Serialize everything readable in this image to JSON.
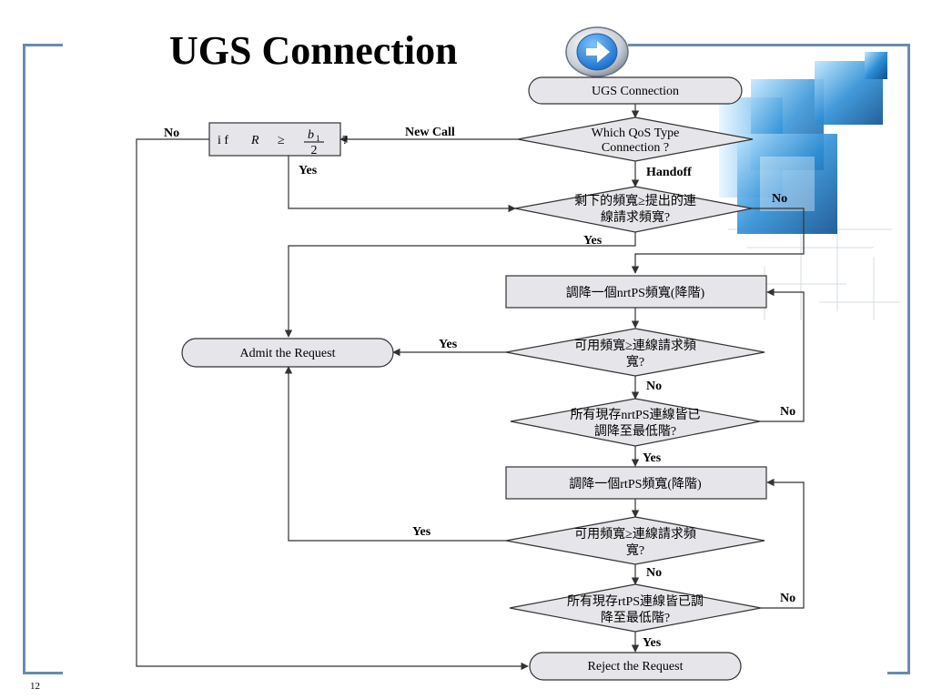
{
  "slide": {
    "title": "UGS Connection",
    "number": "12"
  },
  "icons": {
    "nav": "arrow-right-icon",
    "decor": "blue-cubes-icon"
  },
  "colors": {
    "frame": "#6b8bb0",
    "node_fill": "#e6e6ea",
    "accent_blue": "#2e8fd6"
  },
  "nodes": {
    "start": "UGS Connection",
    "qos": {
      "line1": "Which QoS Type",
      "line2": "Connection ?"
    },
    "if_cond": {
      "prefix": "i f",
      "var": "R",
      "op": "≥",
      "num": "b",
      "sub": "1",
      "den": "2",
      "q": "?"
    },
    "bw_check": {
      "line1": "剩下的頻寬≥提出的連",
      "line2": "線請求頻寬?"
    },
    "reduce_nrtps": "調降一個nrtPS頻寬(降階)",
    "avail1": {
      "line1": "可用頻寬≥連線請求頻",
      "line2": "寬?"
    },
    "admit": "Admit the Request",
    "all_nrtps": {
      "line1": "所有現存nrtPS連線皆已",
      "line2": "調降至最低階?"
    },
    "reduce_rtps": "調降一個rtPS頻寬(降階)",
    "avail2": {
      "line1": "可用頻寬≥連線請求頻",
      "line2": "寬?"
    },
    "all_rtps": {
      "line1": "所有現存rtPS連線皆已調",
      "line2": "降至最低階?"
    },
    "reject": "Reject the Request"
  },
  "edges": {
    "new_call": "New Call",
    "handoff": "Handoff",
    "if_no": "No",
    "if_yes": "Yes",
    "bw_no": "No",
    "bw_yes": "Yes",
    "avail1_yes": "Yes",
    "avail1_no": "No",
    "all_nrtps_no": "No",
    "all_nrtps_yes": "Yes",
    "avail2_yes": "Yes",
    "avail2_no": "No",
    "all_rtps_no": "No",
    "all_rtps_yes": "Yes"
  }
}
